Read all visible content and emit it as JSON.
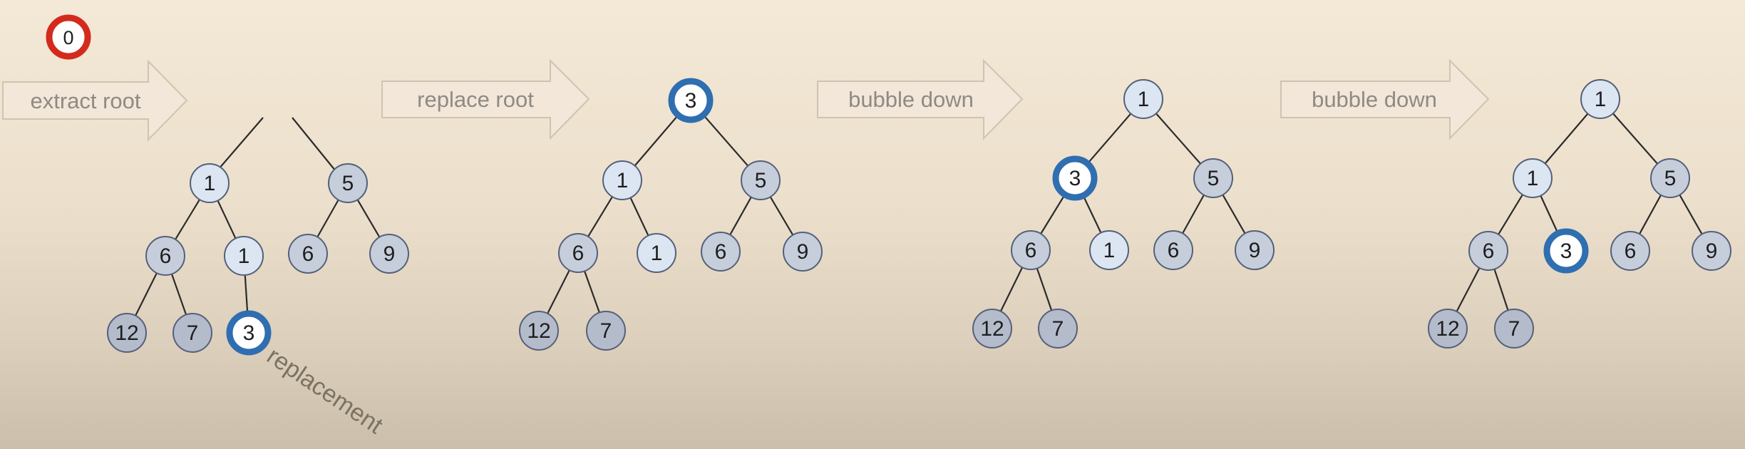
{
  "removed_badge": "0",
  "steps": [
    {
      "arrow_label": "extract root",
      "annotation": "replacement"
    },
    {
      "arrow_label": "replace root"
    },
    {
      "arrow_label": "bubble down"
    },
    {
      "arrow_label": "bubble down"
    }
  ],
  "trees": [
    {
      "nodes": [
        {
          "id": "a",
          "label": "1",
          "style": "light"
        },
        {
          "id": "b",
          "label": "5",
          "style": "mid"
        },
        {
          "id": "c",
          "label": "6",
          "style": "mid"
        },
        {
          "id": "d",
          "label": "1",
          "style": "light"
        },
        {
          "id": "e",
          "label": "6",
          "style": "mid"
        },
        {
          "id": "f",
          "label": "9",
          "style": "mid"
        },
        {
          "id": "g",
          "label": "12",
          "style": "dark"
        },
        {
          "id": "h",
          "label": "7",
          "style": "dark"
        },
        {
          "id": "i",
          "label": "3",
          "style": "highlight"
        }
      ],
      "edges": [
        [
          "a",
          "c"
        ],
        [
          "a",
          "d"
        ],
        [
          "b",
          "e"
        ],
        [
          "b",
          "f"
        ],
        [
          "c",
          "g"
        ],
        [
          "c",
          "h"
        ],
        [
          "d",
          "i"
        ]
      ]
    },
    {
      "nodes": [
        {
          "id": "r",
          "label": "3",
          "style": "highlight"
        },
        {
          "id": "a",
          "label": "1",
          "style": "light"
        },
        {
          "id": "b",
          "label": "5",
          "style": "mid"
        },
        {
          "id": "c",
          "label": "6",
          "style": "mid"
        },
        {
          "id": "d",
          "label": "1",
          "style": "light"
        },
        {
          "id": "e",
          "label": "6",
          "style": "mid"
        },
        {
          "id": "f",
          "label": "9",
          "style": "mid"
        },
        {
          "id": "g",
          "label": "12",
          "style": "dark"
        },
        {
          "id": "h",
          "label": "7",
          "style": "dark"
        }
      ],
      "edges": [
        [
          "r",
          "a"
        ],
        [
          "r",
          "b"
        ],
        [
          "a",
          "c"
        ],
        [
          "a",
          "d"
        ],
        [
          "b",
          "e"
        ],
        [
          "b",
          "f"
        ],
        [
          "c",
          "g"
        ],
        [
          "c",
          "h"
        ]
      ]
    },
    {
      "nodes": [
        {
          "id": "r",
          "label": "1",
          "style": "light"
        },
        {
          "id": "a",
          "label": "3",
          "style": "highlight"
        },
        {
          "id": "b",
          "label": "5",
          "style": "mid"
        },
        {
          "id": "c",
          "label": "6",
          "style": "mid"
        },
        {
          "id": "d",
          "label": "1",
          "style": "light"
        },
        {
          "id": "e",
          "label": "6",
          "style": "mid"
        },
        {
          "id": "f",
          "label": "9",
          "style": "mid"
        },
        {
          "id": "g",
          "label": "12",
          "style": "dark"
        },
        {
          "id": "h",
          "label": "7",
          "style": "dark"
        }
      ],
      "edges": [
        [
          "r",
          "a"
        ],
        [
          "r",
          "b"
        ],
        [
          "a",
          "c"
        ],
        [
          "a",
          "d"
        ],
        [
          "b",
          "e"
        ],
        [
          "b",
          "f"
        ],
        [
          "c",
          "g"
        ],
        [
          "c",
          "h"
        ]
      ]
    },
    {
      "nodes": [
        {
          "id": "r",
          "label": "1",
          "style": "light"
        },
        {
          "id": "a",
          "label": "1",
          "style": "light"
        },
        {
          "id": "b",
          "label": "5",
          "style": "mid"
        },
        {
          "id": "c",
          "label": "6",
          "style": "mid"
        },
        {
          "id": "d",
          "label": "3",
          "style": "highlight"
        },
        {
          "id": "e",
          "label": "6",
          "style": "mid"
        },
        {
          "id": "f",
          "label": "9",
          "style": "mid"
        },
        {
          "id": "g",
          "label": "12",
          "style": "dark"
        },
        {
          "id": "h",
          "label": "7",
          "style": "dark"
        }
      ],
      "edges": [
        [
          "r",
          "a"
        ],
        [
          "r",
          "b"
        ],
        [
          "a",
          "c"
        ],
        [
          "a",
          "d"
        ],
        [
          "b",
          "e"
        ],
        [
          "b",
          "f"
        ],
        [
          "c",
          "g"
        ],
        [
          "c",
          "h"
        ]
      ]
    }
  ],
  "colors": {
    "light": "#dce6f2",
    "mid": "#c6cedb",
    "dark": "#b4bccb",
    "node_stroke": "#55607a",
    "highlight_ring": "#2f6eb0",
    "badge_ring": "#d42a1e"
  }
}
